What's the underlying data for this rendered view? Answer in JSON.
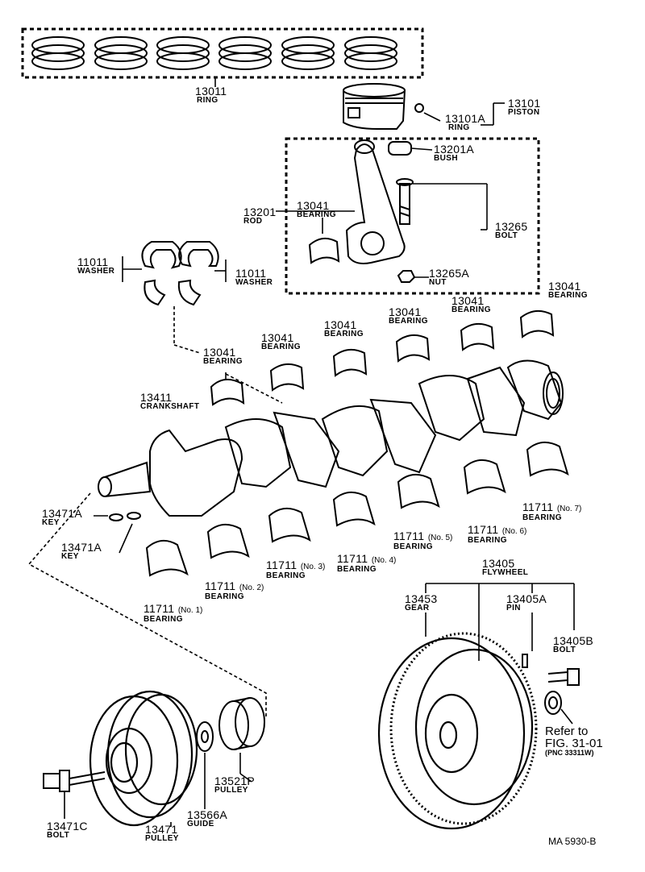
{
  "labels": {
    "p13011": {
      "num": "13011",
      "name": "RING"
    },
    "p13101": {
      "num": "13101",
      "name": "PISTON"
    },
    "p13101A": {
      "num": "13101A",
      "name": "RING"
    },
    "p13201A": {
      "num": "13201A",
      "name": "BUSH"
    },
    "p13201": {
      "num": "13201",
      "name": "ROD"
    },
    "p13041_rod": {
      "num": "13041",
      "name": "BEARING"
    },
    "p13265": {
      "num": "13265",
      "name": "BOLT"
    },
    "p13265A": {
      "num": "13265A",
      "name": "NUT"
    },
    "p11011_l": {
      "num": "11011",
      "name": "WASHER"
    },
    "p11011_r": {
      "num": "11011",
      "name": "WASHER"
    },
    "p13041_1": {
      "num": "13041",
      "name": "BEARING"
    },
    "p13041_2": {
      "num": "13041",
      "name": "BEARING"
    },
    "p13041_3": {
      "num": "13041",
      "name": "BEARING"
    },
    "p13041_4": {
      "num": "13041",
      "name": "BEARING"
    },
    "p13041_5": {
      "num": "13041",
      "name": "BEARING"
    },
    "p13041_6": {
      "num": "13041",
      "name": "BEARING"
    },
    "p13411": {
      "num": "13411",
      "name": "CRANKSHAFT"
    },
    "p13471A_1": {
      "num": "13471A",
      "name": "KEY"
    },
    "p13471A_2": {
      "num": "13471A",
      "name": "KEY"
    },
    "p11711_1": {
      "num": "11711",
      "note": "(No. 1)",
      "name": "BEARING"
    },
    "p11711_2": {
      "num": "11711",
      "note": "(No. 2)",
      "name": "BEARING"
    },
    "p11711_3": {
      "num": "11711",
      "note": "(No. 3)",
      "name": "BEARING"
    },
    "p11711_4": {
      "num": "11711",
      "note": "(No. 4)",
      "name": "BEARING"
    },
    "p11711_5": {
      "num": "11711",
      "note": "(No. 5)",
      "name": "BEARING"
    },
    "p11711_6": {
      "num": "11711",
      "note": "(No. 6)",
      "name": "BEARING"
    },
    "p11711_7": {
      "num": "11711",
      "note": "(No. 7)",
      "name": "BEARING"
    },
    "p13405": {
      "num": "13405",
      "name": "FLYWHEEL"
    },
    "p13453": {
      "num": "13453",
      "name": "GEAR"
    },
    "p13405A": {
      "num": "13405A",
      "name": "PIN"
    },
    "p13405B": {
      "num": "13405B",
      "name": "BOLT"
    },
    "p13521P": {
      "num": "13521P",
      "name": "PULLEY"
    },
    "p13566A": {
      "num": "13566A",
      "name": "GUIDE"
    },
    "p13471": {
      "num": "13471",
      "name": "PULLEY"
    },
    "p13471C": {
      "num": "13471C",
      "name": "BOLT"
    }
  },
  "reference": {
    "line1": "Refer to",
    "line2": "FIG. 31-01",
    "line3": "(PNC 33311W)"
  },
  "figure_code": "MA  5930-B"
}
